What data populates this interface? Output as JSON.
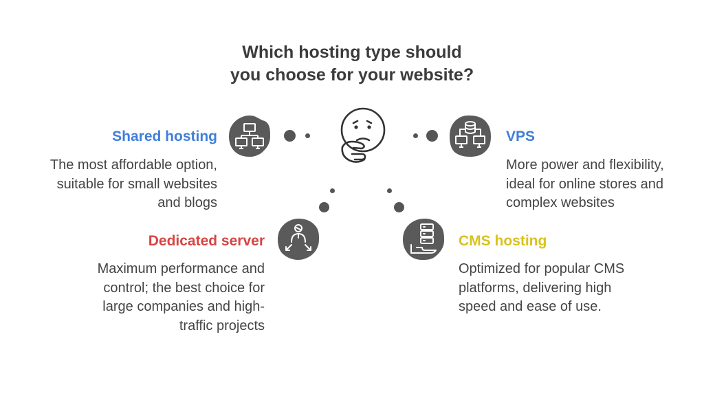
{
  "title": {
    "line1": "Which hosting type should",
    "line2": "you choose for your website?"
  },
  "options": {
    "shared": {
      "heading": "Shared hosting",
      "color": "#3f7fd9",
      "desc": [
        "The most affordable option,",
        "suitable for small websites",
        "and blogs"
      ],
      "icon": "network-computers-icon"
    },
    "vps": {
      "heading": "VPS",
      "color": "#3f7fd9",
      "desc": [
        "More power and flexibility,",
        "ideal for online stores and",
        "complex websites"
      ],
      "icon": "database-computers-icon"
    },
    "dedicated": {
      "heading": "Dedicated server",
      "color": "#d94343",
      "desc": [
        "Maximum performance and",
        "control; the best choice for",
        "large companies and high-",
        "traffic projects"
      ],
      "icon": "person-arrows-icon"
    },
    "cms": {
      "heading": "CMS hosting",
      "color": "#d9c21e",
      "desc": [
        "Optimized for popular CMS",
        "platforms, delivering high",
        "speed and ease of use."
      ],
      "icon": "server-hand-icon"
    }
  },
  "center_icon": "thinking-face-icon"
}
